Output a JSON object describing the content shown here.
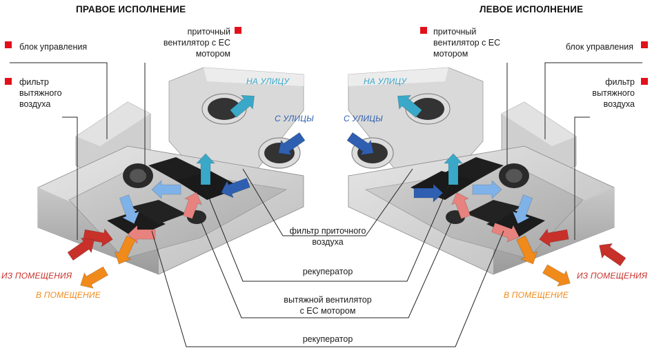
{
  "headers": {
    "right_version": "ПРАВОЕ ИСПОЛНЕНИЕ",
    "left_version": "ЛЕВОЕ ИСПОЛНЕНИЕ"
  },
  "labels": {
    "control_unit": "блок управления",
    "exhaust_filter": [
      "фильтр",
      "вытяжного",
      "воздуха"
    ],
    "supply_fan": [
      "приточный",
      "вентилятор с ЕС",
      "мотором"
    ],
    "supply_filter": [
      "фильтр приточного",
      "воздуха"
    ],
    "recuperator": "рекуператор",
    "exhaust_fan": [
      "вытяжной  вентилятор",
      "с ЕС мотором"
    ]
  },
  "flows": {
    "outside_out": "НА УЛИЦУ",
    "outside_in": "С УЛИЦЫ",
    "from_room": "ИЗ ПОМЕЩЕНИЯ",
    "to_room": "В ПОМЕЩЕНИЕ"
  },
  "colors": {
    "marker": "#e3101b",
    "cyan": "#3aa8c8",
    "blue": "#2f5fb0",
    "red": "#c8302a",
    "orange": "#f08a1a",
    "pink": "#e8827e",
    "lightblue": "#7fb2e8"
  }
}
